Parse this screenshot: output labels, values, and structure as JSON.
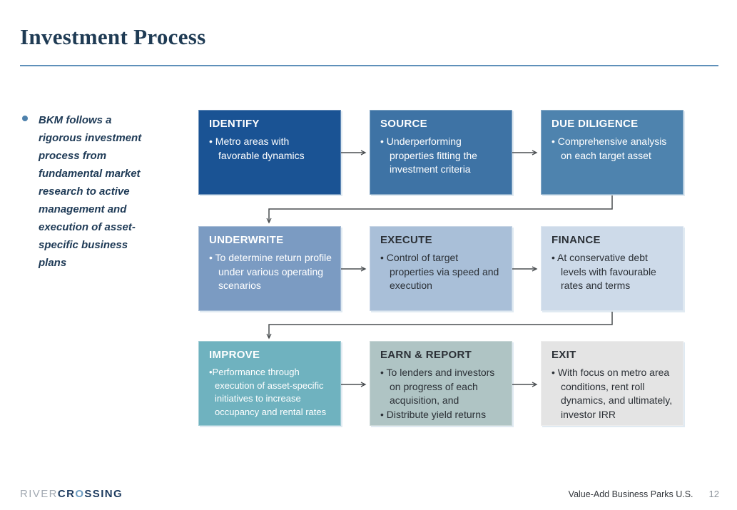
{
  "slide": {
    "title": "Investment Process",
    "intro_bullet": "BKM follows a rigorous investment process from fundamental market research to active management and execution of asset-specific business plans"
  },
  "process": {
    "boxes": [
      {
        "id": "identify",
        "title": "IDENTIFY",
        "bg": "#1A5394",
        "fg": "#FFFFFF",
        "bullets": [
          "• Metro areas with favorable dynamics"
        ]
      },
      {
        "id": "source",
        "title": "SOURCE",
        "bg": "#3E73A5",
        "fg": "#FFFFFF",
        "bullets": [
          "• Underperforming properties fitting the investment criteria"
        ]
      },
      {
        "id": "due-diligence",
        "title": "DUE DILIGENCE",
        "bg": "#4E83AE",
        "fg": "#FFFFFF",
        "bullets": [
          "• Comprehensive analysis on each target asset"
        ]
      },
      {
        "id": "underwrite",
        "title": "UNDERWRITE",
        "bg": "#7B9BC2",
        "fg": "#FFFFFF",
        "bullets": [
          "• To determine return profile under various operating scenarios"
        ]
      },
      {
        "id": "execute",
        "title": "EXECUTE",
        "bg": "#A9BFD8",
        "fg": "#2B3036",
        "bullets": [
          "• Control of target properties via speed and execution"
        ]
      },
      {
        "id": "finance",
        "title": "FINANCE",
        "bg": "#CDDAE9",
        "fg": "#2B3036",
        "bullets": [
          "• At conservative debt levels with favourable rates and terms"
        ]
      },
      {
        "id": "improve",
        "title": "IMPROVE",
        "bg": "#6FB2BF",
        "fg": "#FFFFFF",
        "bullets": [
          "•Performance through execution of asset-specific initiatives to increase occupancy and rental rates"
        ]
      },
      {
        "id": "earn-report",
        "title": "EARN & REPORT",
        "bg": "#AFC4C4",
        "fg": "#2B3036",
        "bullets": [
          "• To lenders and investors on progress of each acquisition, and",
          "• Distribute yield returns"
        ]
      },
      {
        "id": "exit",
        "title": "EXIT",
        "bg": "#E4E4E4",
        "fg": "#2B3036",
        "bullets": [
          "• With focus on metro area conditions, rent roll dynamics, and ultimately, investor IRR"
        ]
      }
    ]
  },
  "footer": {
    "logo": {
      "river": "RIVER",
      "crossing_pre": "CR",
      "crossing_o": "O",
      "crossing_post": "SSING"
    },
    "caption": "Value-Add Business Parks U.S.",
    "page_number": "12"
  },
  "colors": {
    "title": "#1F3B54",
    "accent_rule": "#5E90BA",
    "arrow": "#4A4E51",
    "intro_dot": "#4E81AC"
  }
}
